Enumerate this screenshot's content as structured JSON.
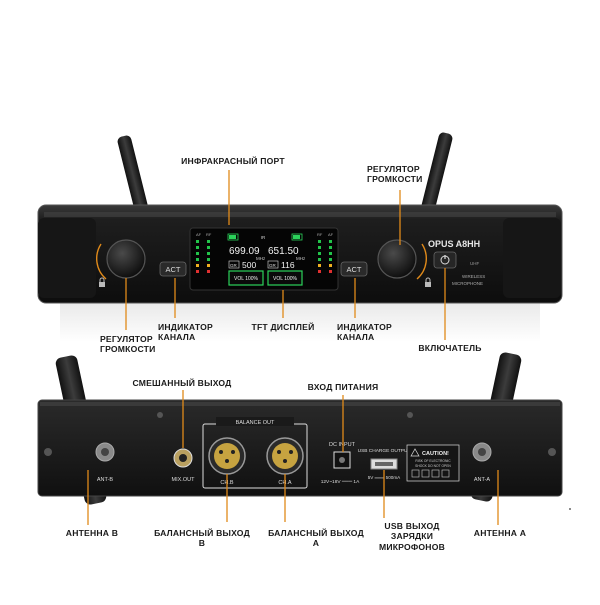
{
  "labels": {
    "ir_port": "ИНФРАКРАСНЫЙ ПОРТ",
    "volume_right": [
      "РЕГУЛЯТОР",
      "ГРОМКОСТИ"
    ],
    "volume_left": [
      "РЕГУЛЯТОР",
      "ГРОМКОСТИ"
    ],
    "channel_indicator_left": [
      "ИНДИКАТОР",
      "КАНАЛА"
    ],
    "tft_display": "TFT ДИСПЛЕЙ",
    "channel_indicator_right": [
      "ИНДИКАТОР",
      "КАНАЛА"
    ],
    "power_switch": "ВКЛЮЧАТЕЛЬ",
    "mix_out": "СМЕШАННЫЙ ВЫХОД",
    "power_input": "ВХОД ПИТАНИЯ",
    "antenna_b": "АНТЕННА В",
    "balanced_out_b": "БАЛАНСНЫЙ ВЫХОД В",
    "balanced_out_a": "БАЛАНСНЫЙ ВЫХОД А",
    "usb_charge": [
      "USB ВЫХОД",
      "ЗАРЯДКИ",
      "МИКРОФОНОВ"
    ],
    "antenna_a": "АНТЕННА А"
  },
  "front_panel": {
    "brand": "OPUS A8HH",
    "uhf": "UHF",
    "wireless_line1": "WIRELESS",
    "wireless_line2": "MICROPHONE",
    "act_left": "ACT",
    "act_right": "ACT",
    "display": {
      "ch1_freq": "699.09",
      "ch2_freq": "651.50",
      "freq_unit": "MHz",
      "ch1_group": "500",
      "ch2_group": "116",
      "ch1_vol": "VOL 100%",
      "ch2_vol": "VOL 100%",
      "ch1_tag": "GR",
      "ch2_tag": "GR",
      "rf": "RF",
      "af": "AF",
      "ir_tag": "IR"
    }
  },
  "rear_panel": {
    "balance_out": "BALANCE OUT",
    "ch_b": "CH.B",
    "ch_a": "CH.A",
    "mix_out": "MIX.OUT",
    "ant_b": "ANT-B",
    "ant_a": "ANT-A",
    "dc_input": "DC INPUT",
    "dc_rating": "12V~18V ═══ 1A",
    "usb_title": "USB CHARGE OUTPUT",
    "usb_rating": "5V ═══ 500mA",
    "caution_title": "CAUTION!",
    "caution_text": [
      "RISK OF ELECTRONIC",
      "SHOCK DO NOT OPEN"
    ]
  }
}
